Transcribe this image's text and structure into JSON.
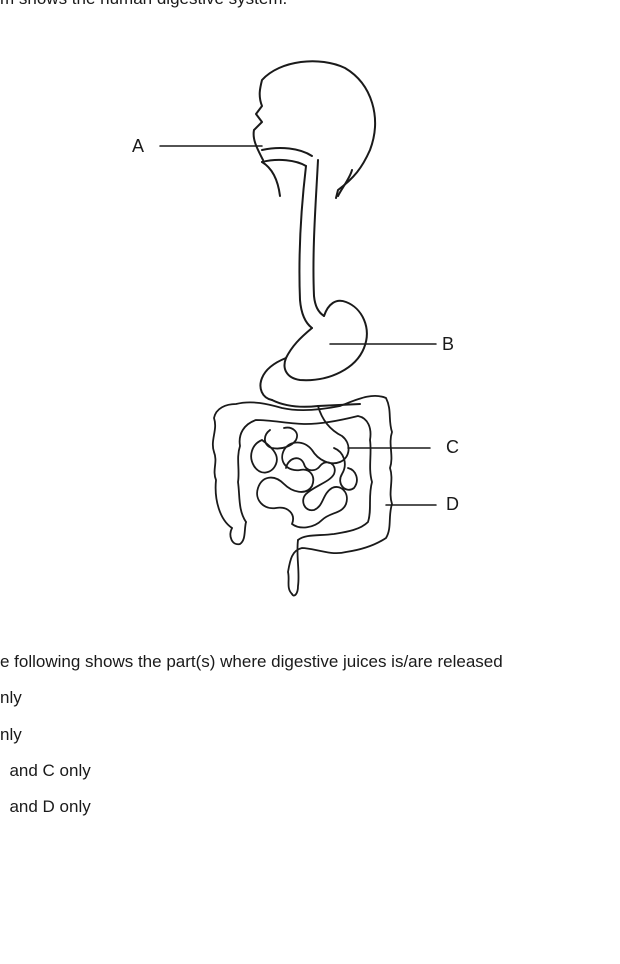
{
  "intro": "m shows the human digestive system.",
  "diagram": {
    "labels": {
      "a": "A",
      "b": "B",
      "c": "C",
      "d": "D"
    }
  },
  "question": "e following shows the part(s) where digestive juices is/are released",
  "options": [
    "nly",
    "nly",
    "  and C only",
    "  and D only"
  ]
}
